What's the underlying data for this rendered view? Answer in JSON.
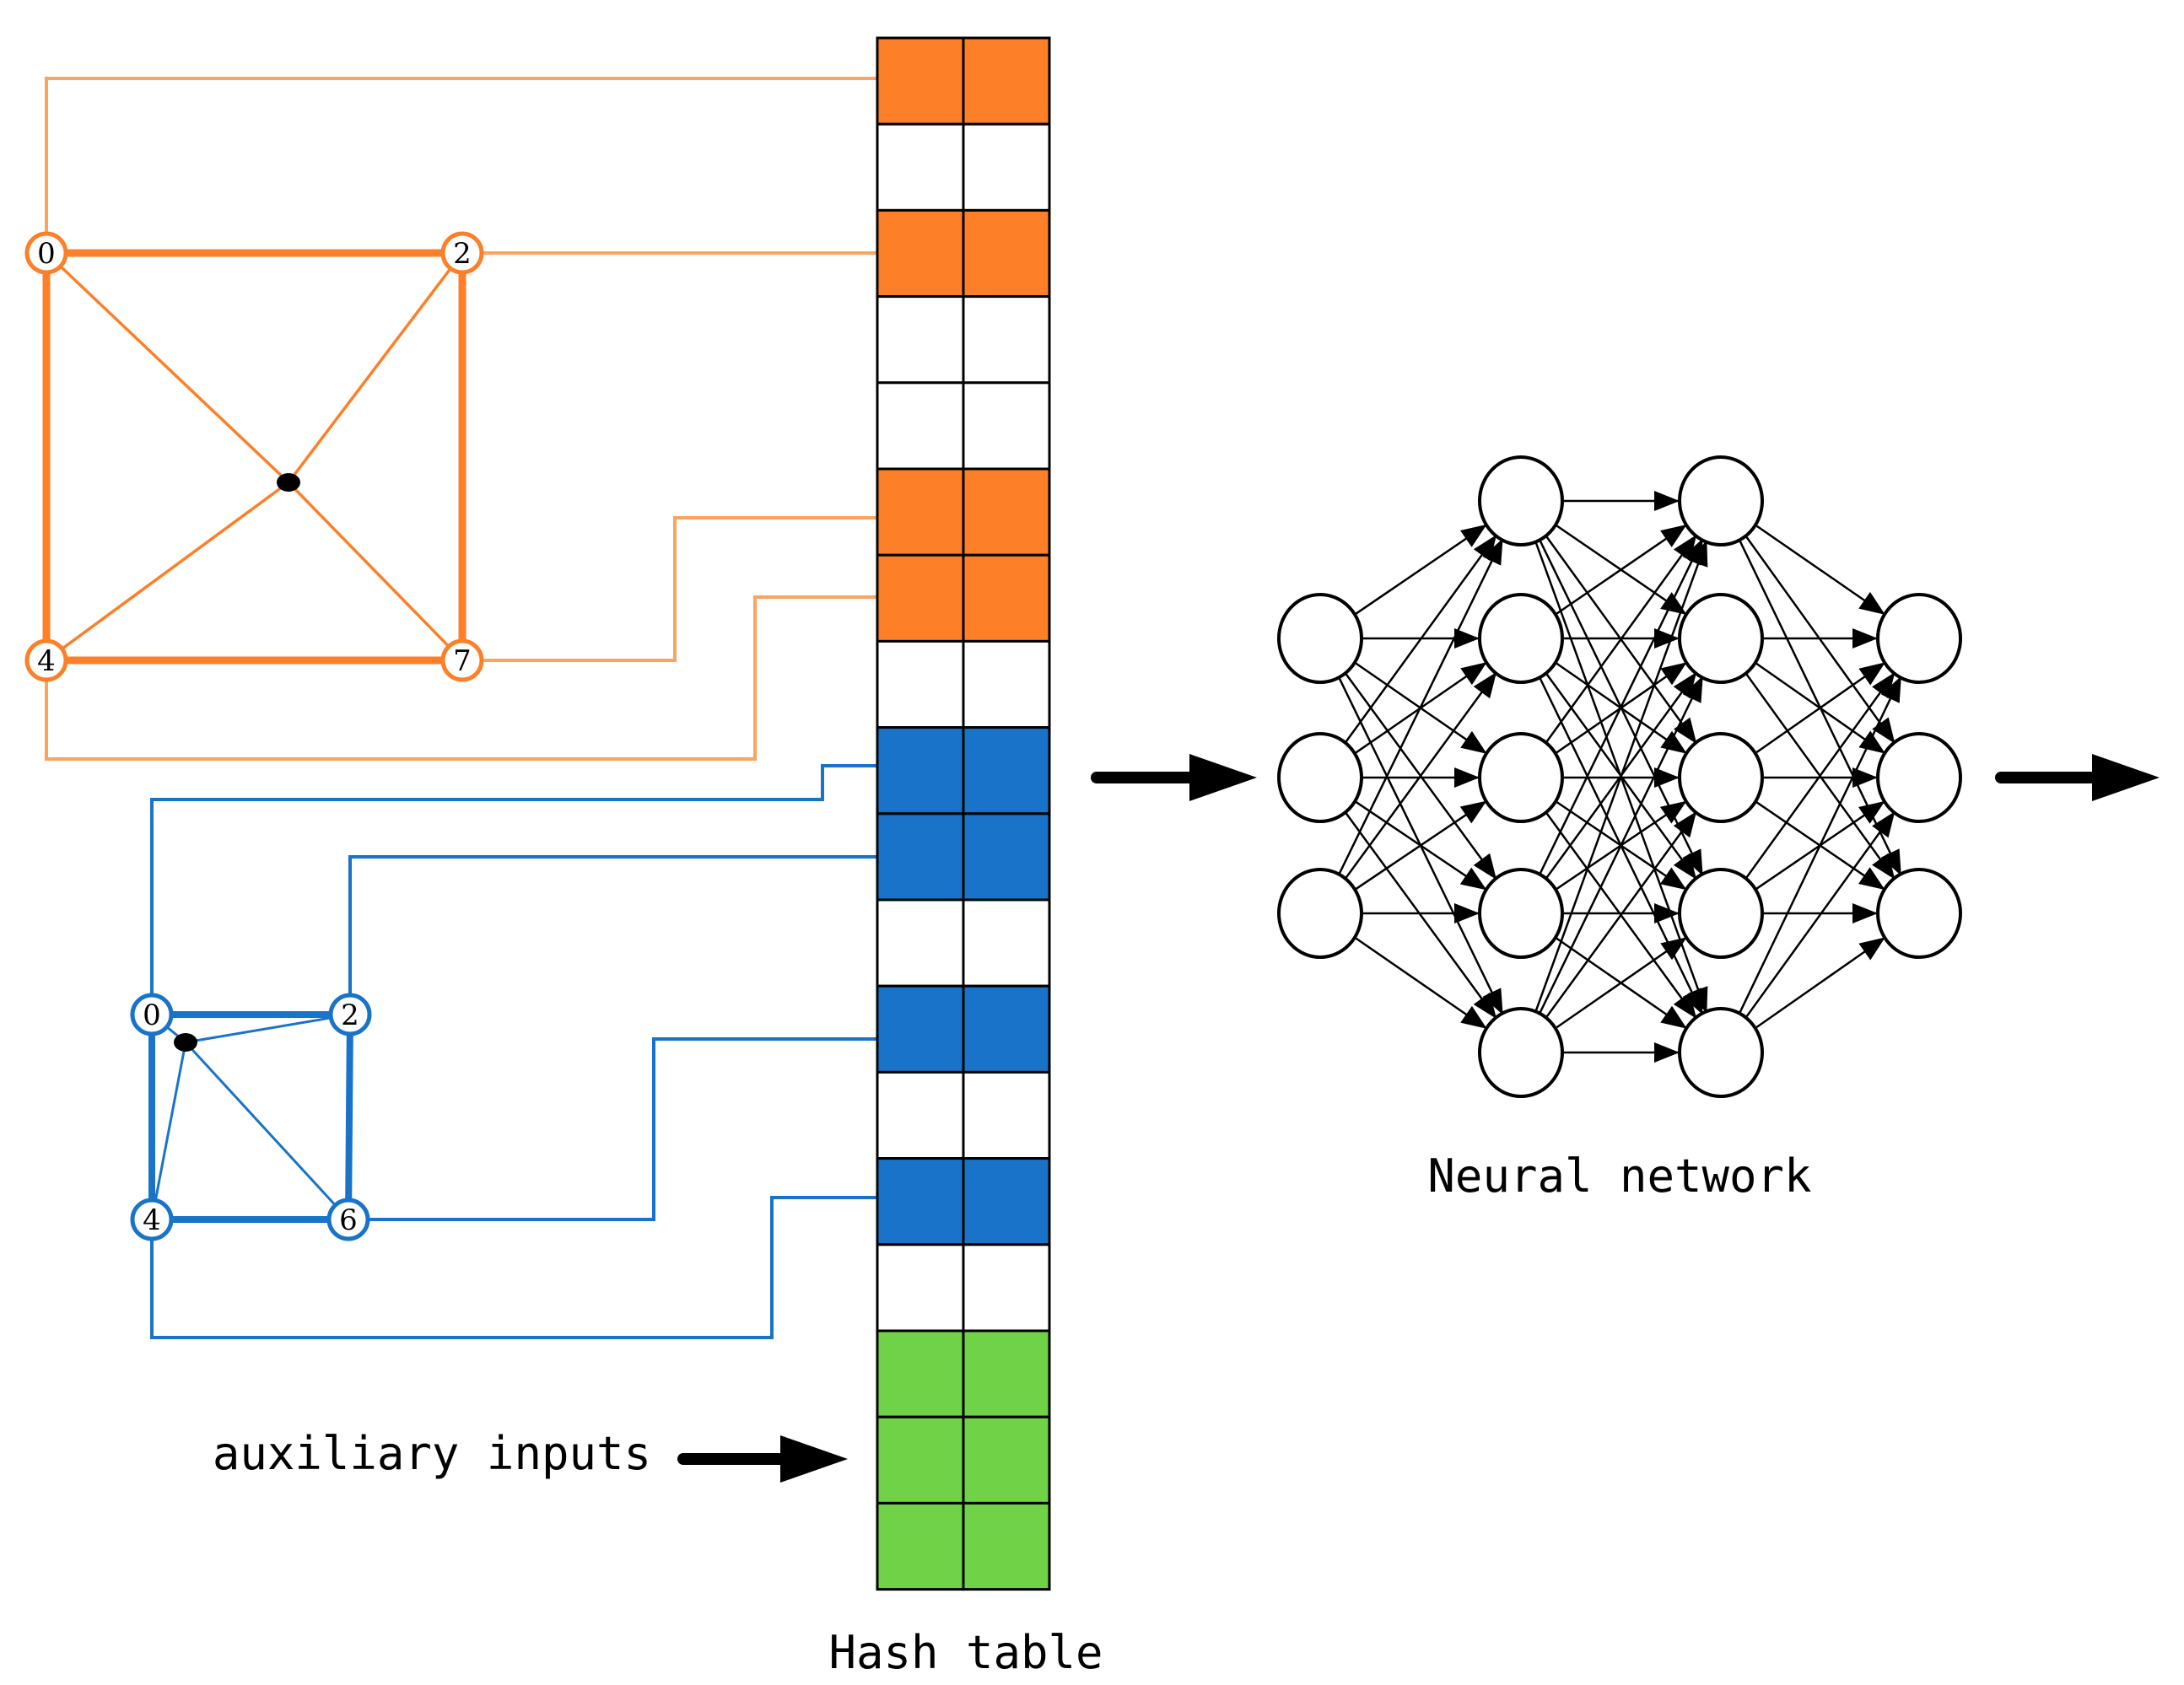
{
  "labels": {
    "hash_table": "Hash table",
    "neural_network": "Neural network",
    "auxiliary_inputs": "auxiliary inputs"
  },
  "colors": {
    "orange": "#fd7f28",
    "orange_light": "#fca45e",
    "blue": "#1873c9",
    "green": "#70d246",
    "black": "#000000",
    "white": "#ffffff"
  },
  "hash_table": {
    "rows": [
      "orange",
      "white",
      "orange",
      "white",
      "white",
      "orange",
      "orange",
      "white",
      "blue",
      "blue",
      "white",
      "blue",
      "white",
      "blue",
      "white",
      "green",
      "green",
      "green"
    ]
  },
  "orange_mesh": {
    "vertices": [
      {
        "label": "0"
      },
      {
        "label": "2"
      },
      {
        "label": "4"
      },
      {
        "label": "7"
      }
    ]
  },
  "blue_mesh": {
    "vertices": [
      {
        "label": "0"
      },
      {
        "label": "2"
      },
      {
        "label": "4"
      },
      {
        "label": "6"
      }
    ]
  },
  "neural_network": {
    "layers": [
      3,
      5,
      5,
      3
    ]
  }
}
